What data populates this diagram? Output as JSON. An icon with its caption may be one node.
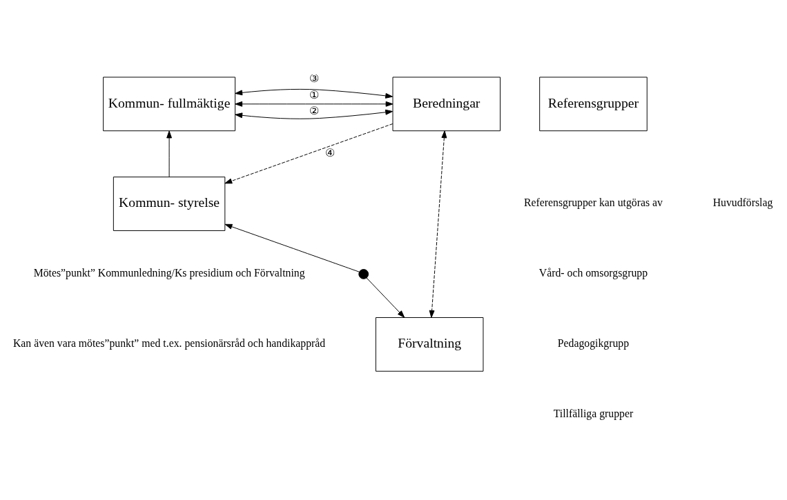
{
  "diagram": {
    "nodes": [
      {
        "text": [
          "Kommun- fullmäktige"
        ]
      },
      {
        "text": [
          "Beredningar"
        ]
      },
      {
        "text": [
          "Referensgrupper"
        ]
      },
      {
        "text": [
          "Kommun- styrelse"
        ]
      },
      {
        "text": [
          "Förvaltning"
        ]
      },
      {
        "text": [],
        "shape": "circle"
      }
    ],
    "edges": [
      {
        "from": 0,
        "to": 1,
        "arrow": "both",
        "label": "①"
      },
      {
        "from": 0,
        "to": 1,
        "arrow": "both",
        "label": "②"
      },
      {
        "from": 0,
        "to": 1,
        "arrow": "both",
        "label": "③"
      },
      {
        "from": 3,
        "to": 0,
        "arrow": "to"
      },
      {
        "from": 1,
        "to": 3,
        "arrow": "to",
        "style": "dashed",
        "label": "④"
      },
      {
        "from": 1,
        "to": 4,
        "arrow": "both",
        "style": "dashed"
      },
      {
        "from": 5,
        "to": 3,
        "arrow": "to"
      },
      {
        "from": 5,
        "to": 4,
        "arrow": "to"
      }
    ],
    "labels": [
      "Huvudförslag",
      "Mötes”punkt” Kommunledning/Ks presidium och Förvaltning",
      "Kan även vara mötes”punkt” med t.ex. pensionärsråd och handikappråd",
      "Referensgrupper kan utgöras av",
      "Vård- och omsorgsgrupp",
      "Pedagogikgrupp",
      "Tillfälliga grupper"
    ]
  }
}
